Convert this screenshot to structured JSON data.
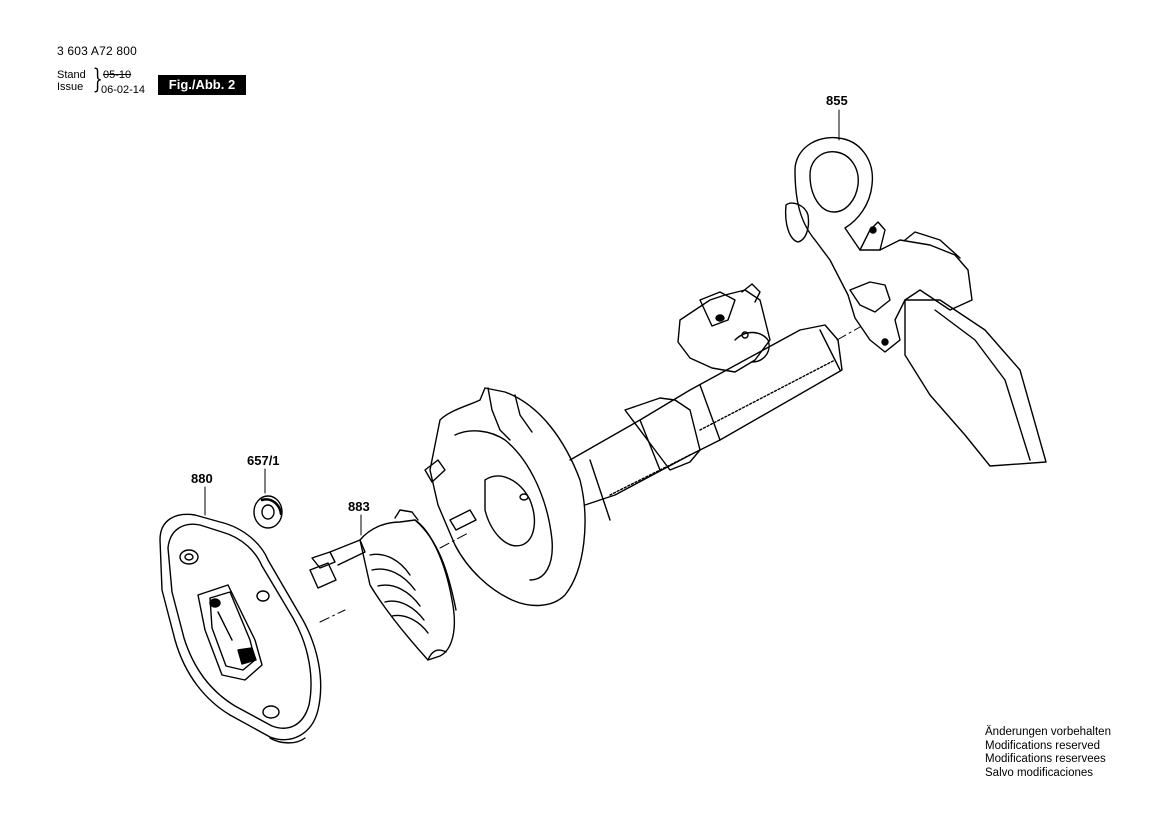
{
  "header": {
    "document_number": "3 603 A72 800",
    "stand_label": "Stand",
    "stand_date": "05-10",
    "issue_label": "Issue",
    "issue_date": "06-02-14",
    "figure_label": "Fig./Abb. 2"
  },
  "parts": [
    {
      "id": "855"
    },
    {
      "id": "880"
    },
    {
      "id": "657/1"
    },
    {
      "id": "883"
    }
  ],
  "notes": [
    "Änderungen vorbehalten",
    "Modifications reserved",
    "Modifications reservees",
    "Salvo modificaciones"
  ]
}
